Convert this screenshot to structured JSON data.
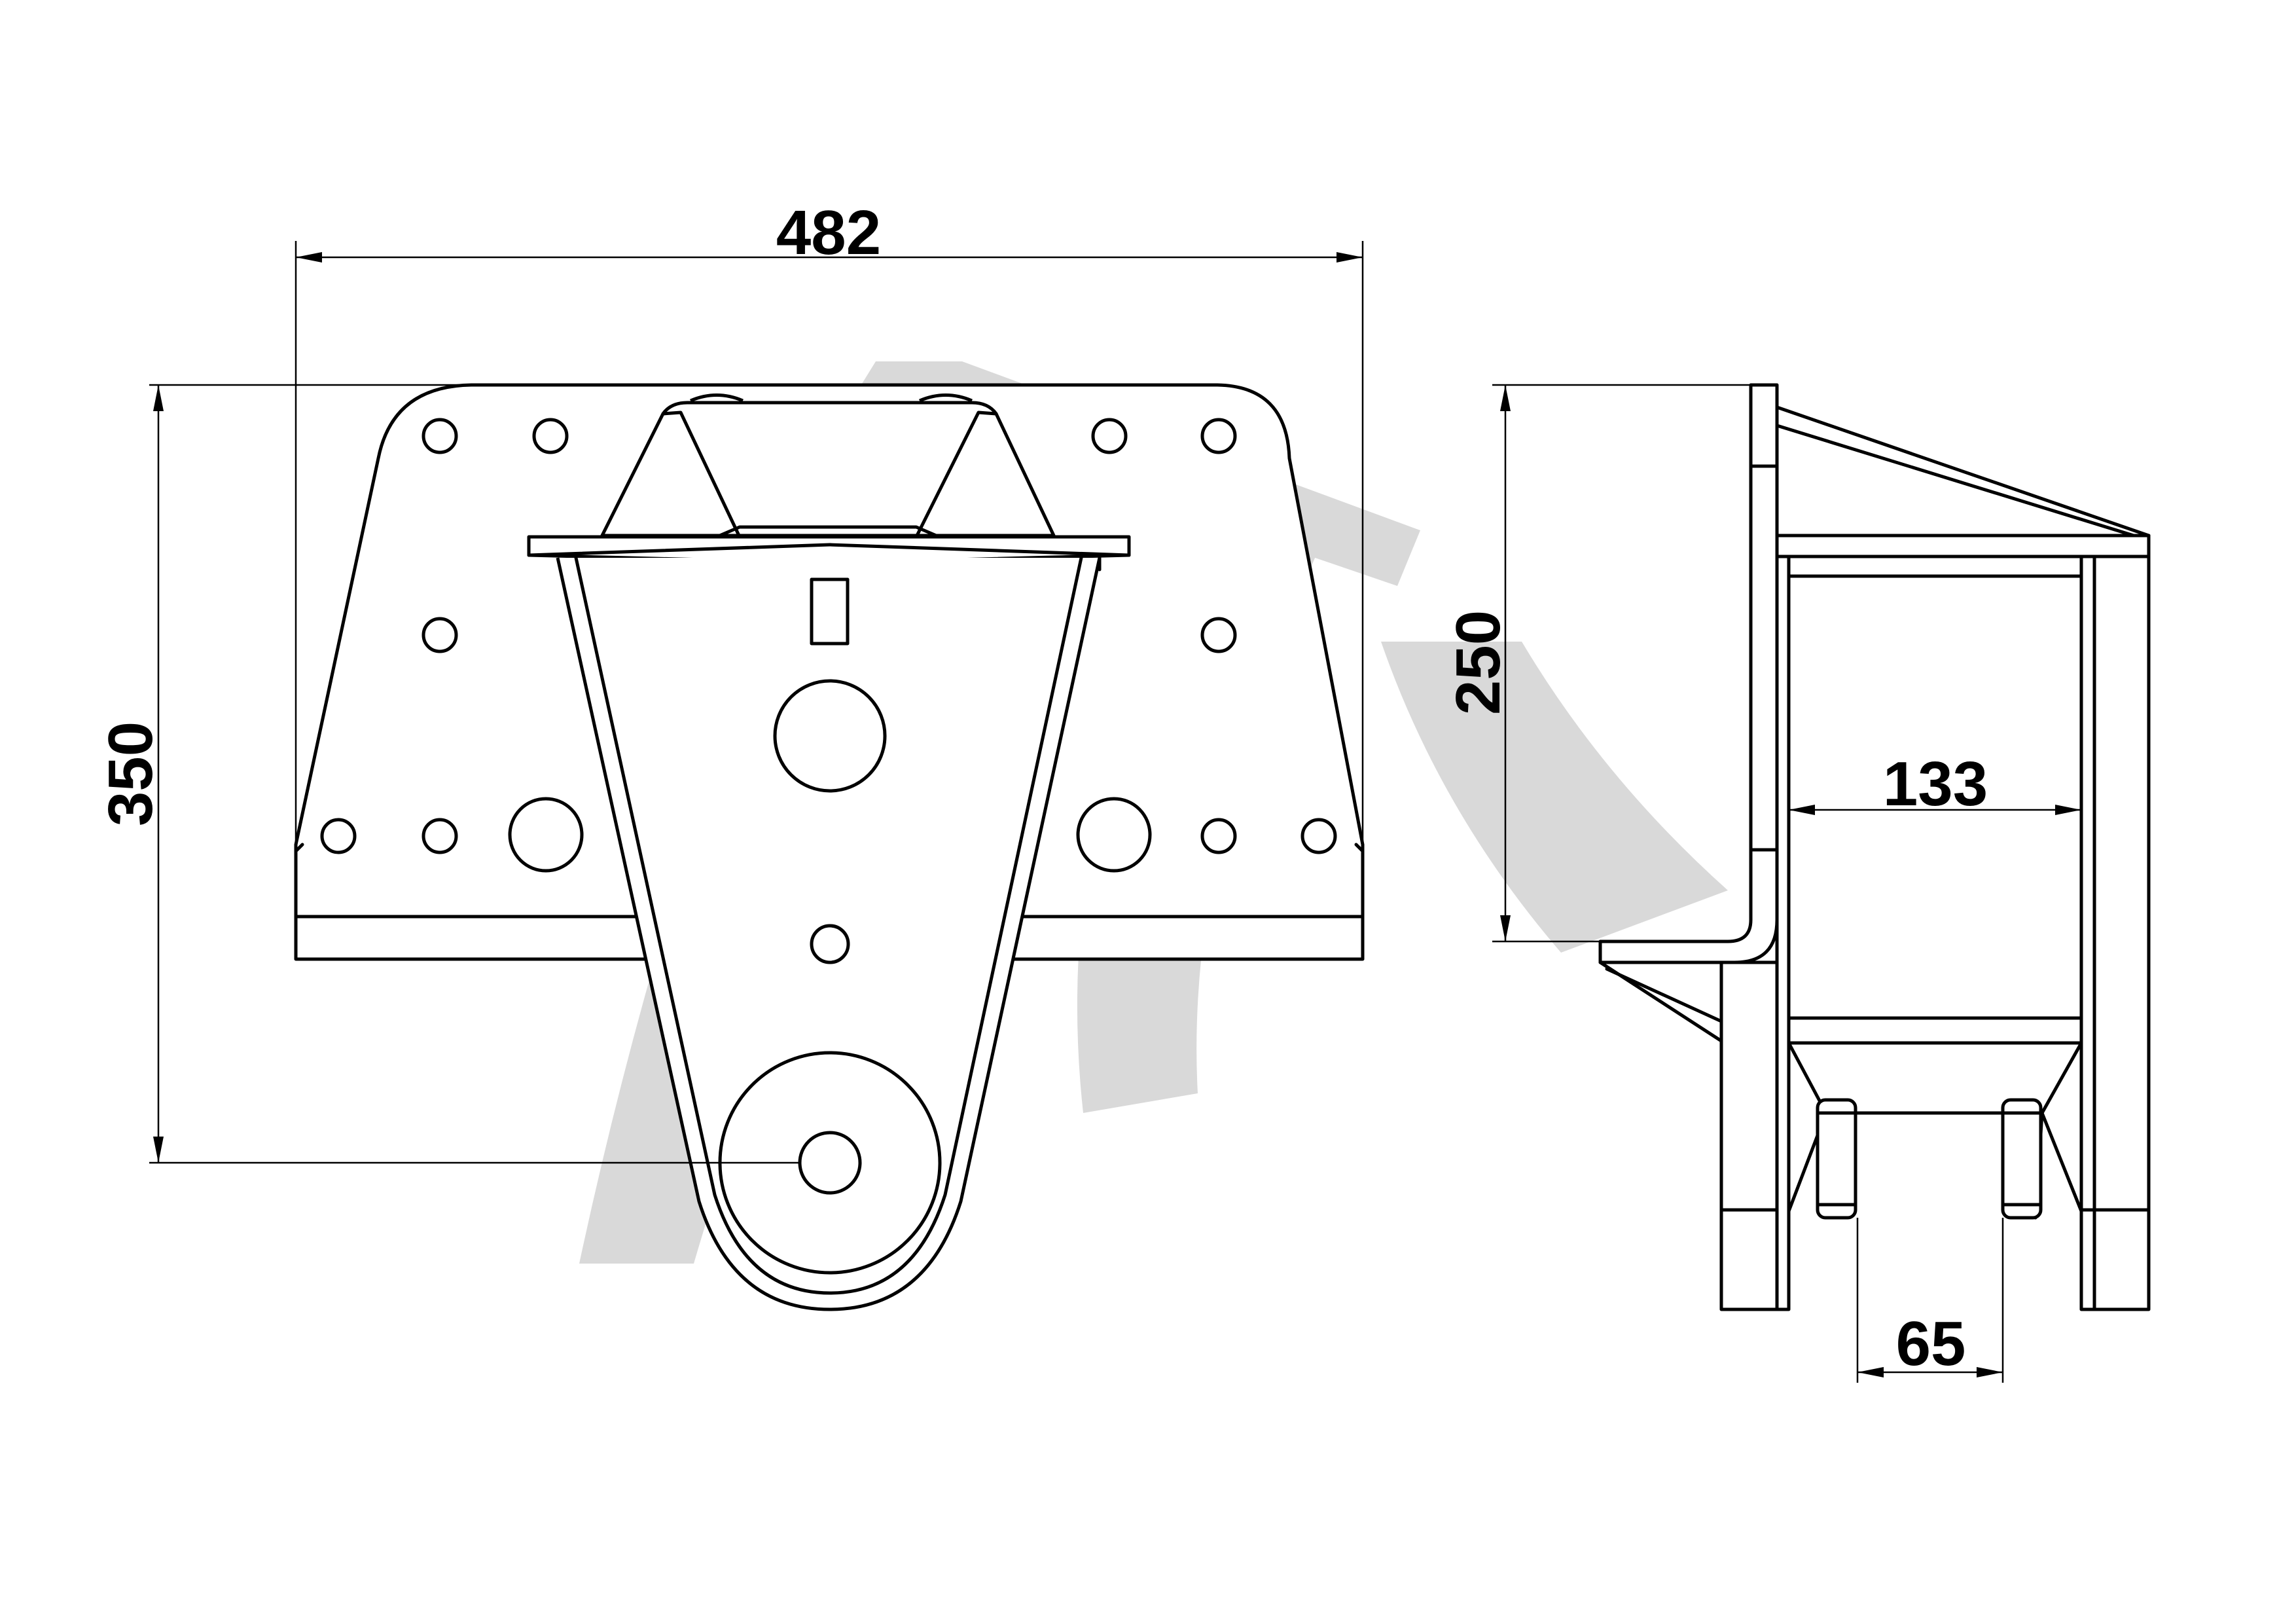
{
  "drawing": {
    "watermark": {
      "name": "logo-watermark",
      "color": "#d9d9d9"
    },
    "dimensions": {
      "overall_width": "482",
      "overall_height": "350",
      "side_height": "250",
      "inner_width": "133",
      "roller_spacing": "65"
    },
    "colors": {
      "line": "#000000",
      "background": "#ffffff"
    }
  }
}
